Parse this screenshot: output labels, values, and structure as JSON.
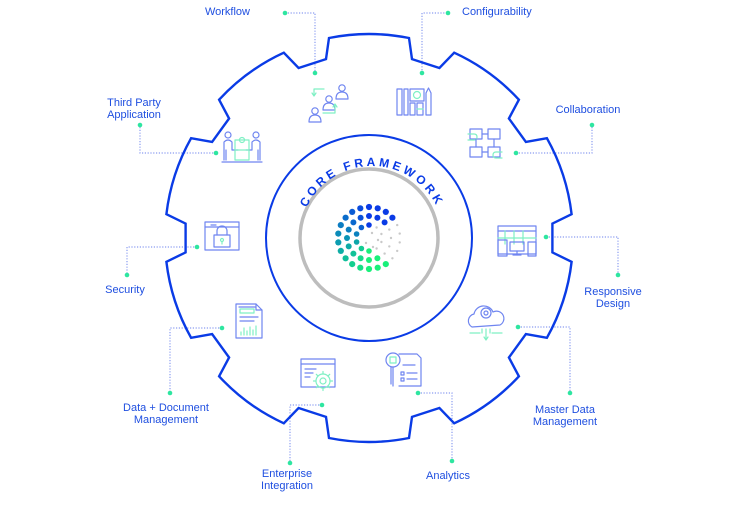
{
  "diagram": {
    "center_title": "CORE FRAMEWORK",
    "colors": {
      "gear_stroke": "#0a3be6",
      "label_text": "#1f4fe0",
      "connector_line": "#8a9cf0",
      "connector_dot": "#2ee6a0",
      "inner_ring_gray": "#bdbdbd",
      "icon_blue": "#6f85f0",
      "icon_green": "#7ff0c4",
      "dot_blue": "#0a3be6",
      "dot_teal": "#0b94b5",
      "dot_green": "#19f07a",
      "dot_gray": "#c9c9c9"
    },
    "features": [
      {
        "id": "workflow",
        "label": [
          "Workflow"
        ],
        "icon": "people-workflow-icon"
      },
      {
        "id": "configurability",
        "label": [
          "Configurability"
        ],
        "icon": "design-tools-icon"
      },
      {
        "id": "collaboration",
        "label": [
          "Collaboration"
        ],
        "icon": "joined-hands-icon"
      },
      {
        "id": "responsive-design",
        "label": [
          "Responsive",
          "Design"
        ],
        "icon": "devices-icon"
      },
      {
        "id": "master-data-management",
        "label": [
          "Master Data",
          "Management"
        ],
        "icon": "cloud-gear-icon"
      },
      {
        "id": "analytics",
        "label": [
          "Analytics"
        ],
        "icon": "document-search-icon"
      },
      {
        "id": "enterprise-integration",
        "label": [
          "Enterprise",
          "Integration"
        ],
        "icon": "browser-gear-icon"
      },
      {
        "id": "data-document-management",
        "label": [
          "Data + Document",
          "Management"
        ],
        "icon": "report-document-icon"
      },
      {
        "id": "security",
        "label": [
          "Security"
        ],
        "icon": "browser-lock-icon"
      },
      {
        "id": "third-party-application",
        "label": [
          "Third Party",
          "Application"
        ],
        "icon": "puzzle-people-icon"
      }
    ]
  }
}
